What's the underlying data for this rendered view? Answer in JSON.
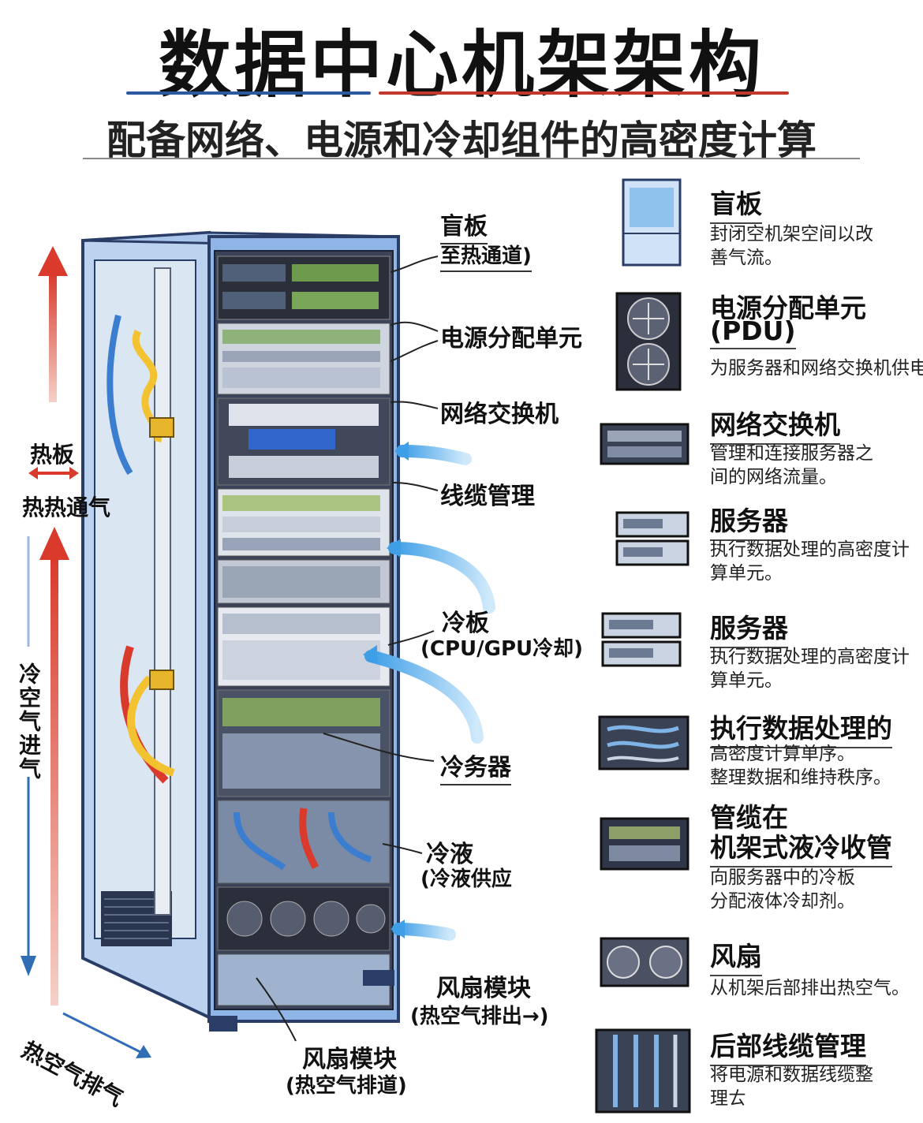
{
  "title": "数据中心机架架构",
  "subtitle": "配备网络、电源和冷却组件的高密度计算",
  "rack_callouts": {
    "blank_panel": "盲板",
    "blank_panel_sub": "至热通道)",
    "pdu": "电源分配单元",
    "switch": "网络交换机",
    "cable_mgmt": "线缆管理",
    "cold_plate": "冷板",
    "cold_plate_sub": "(CPU/GPU冷却)",
    "cold_server": "冷务器",
    "coolant": "冷液",
    "coolant_sub": "(冷液供应",
    "fan_module_1": "风扇模块",
    "fan_module_1_sub": "(热空气排出→)",
    "fan_module_2": "风扇模块",
    "fan_module_2_sub": "(热空气排道)"
  },
  "airflow": {
    "hot_plate": "热板",
    "hot_vent": "热热通气",
    "cold_intake": "冷空气进气",
    "hot_exhaust": "热空气排气"
  },
  "legend": [
    {
      "icon": "blank-panel-icon",
      "title": "盲板",
      "desc": [
        "封闭空机架空间以改",
        "善气流。"
      ]
    },
    {
      "icon": "pdu-icon",
      "title": "电源分配单元",
      "title2": "(PDU)",
      "desc": [
        "为服务器和网络交换机供电。"
      ]
    },
    {
      "icon": "network-switch-icon",
      "title": "网络交换机",
      "desc": [
        "管理和连接服务器之",
        "间的网络流量。"
      ]
    },
    {
      "icon": "server-icon",
      "title": "服务器",
      "desc": [
        "执行数据处理的高密度计",
        "算单元。"
      ]
    },
    {
      "icon": "server-icon",
      "title": "服务器",
      "desc": [
        "执行数据处理的高密度计",
        "算单元。"
      ]
    },
    {
      "icon": "cable-management-icon",
      "title": "执行数据处理的",
      "desc": [
        "高密度计算单序。",
        "整理数据和维持秩序。"
      ]
    },
    {
      "icon": "liquid-cooling-manifold-icon",
      "title": "管缆在",
      "title2": "机架式液冷收管",
      "desc": [
        "向服务器中的冷板",
        "分配液体冷却剂。"
      ]
    },
    {
      "icon": "fan-icon",
      "title": "风扇",
      "desc": [
        "从机架后部排出热空气。"
      ]
    },
    {
      "icon": "rear-cable-management-icon",
      "title": "后部线缆管理",
      "desc": [
        "将电源和数据线缆整",
        "理ㄊ"
      ]
    }
  ],
  "colors": {
    "rack_blue": "#5b8fd6",
    "hot": "#d93a2b",
    "cold": "#2f6db5",
    "coolant_yellow": "#f2c230",
    "air_arrow": "#7fc3f2"
  }
}
